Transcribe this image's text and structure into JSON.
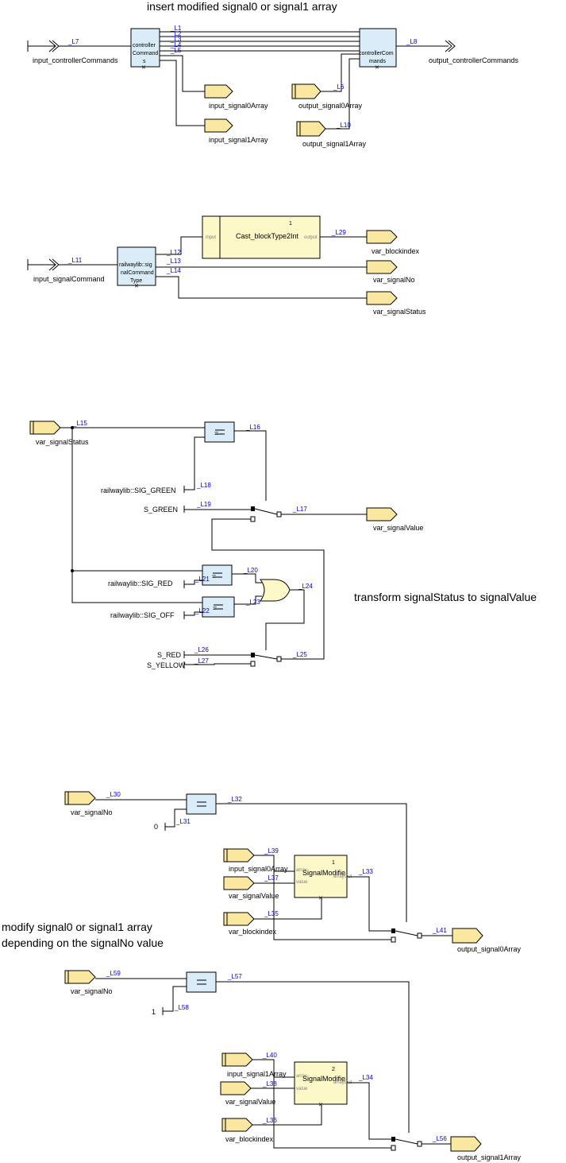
{
  "notes": {
    "insert": "insert modified signal0 or signal1 array",
    "transform": "transform signalStatus to signalValue",
    "modify_line1": "modify signal0 or signal1 array",
    "modify_line2": "depending on the signalNo value"
  },
  "section1": {
    "input": "input_controllerCommands",
    "output": "output_controllerCommands",
    "block_in_l1": "controller",
    "block_in_l2": "Command",
    "block_in_l3": "s",
    "block_out_l1": "controllerCom",
    "block_out_l2": "mands",
    "tags": [
      "input_signal0Array",
      "input_signal1Array",
      "output_signal0Array",
      "output_signal1Array"
    ],
    "wires": [
      "_L7",
      "_L8",
      "_L1",
      "_L2",
      "_L3",
      "_L4",
      "_L5",
      "_L6",
      "_L10"
    ]
  },
  "section2": {
    "input": "input_signalCommand",
    "block_l1": "railwaylib::sig",
    "block_l2": "nalCommand",
    "block_l3": "Type",
    "func_index": "1",
    "func_name": "Cast_blockType2Int",
    "func_in": "input",
    "func_out": "output",
    "tags": [
      "var_blockindex",
      "var_signalNo",
      "var_signalStatus"
    ],
    "wires": [
      "_L11",
      "_L12",
      "_L13",
      "_L14",
      "_L29"
    ]
  },
  "section3": {
    "input": "var_signalStatus",
    "output": "var_signalValue",
    "consts": [
      "railwaylib::SIG_GREEN",
      "S_GREEN",
      "railwaylib::SIG_RED",
      "railwaylib::SIG_OFF",
      "S_RED",
      "S_YELLOW"
    ],
    "eq": "=",
    "wires": [
      "_L15",
      "_L16",
      "_L18",
      "_L19",
      "_L17",
      "_L20",
      "_L21",
      "_L22",
      "_L23",
      "_L24",
      "_L26",
      "_L27",
      "_L25"
    ]
  },
  "section4": {
    "a_in": "var_signalNo",
    "a_const": "0",
    "a_tags": [
      "input_signal0Array",
      "var_signalValue",
      "var_blockindex"
    ],
    "a_out": "output_signal0Array",
    "a_func_index": "1",
    "a_wires": [
      "_L30",
      "_L31",
      "_L32",
      "_L39",
      "_L37",
      "_L35",
      "_L33",
      "_L41"
    ],
    "b_in": "var_signalNo",
    "b_const": "1",
    "b_tags": [
      "input_signal1Array",
      "var_signalValue",
      "var_blockindex"
    ],
    "b_out": "output_signal1Array",
    "b_func_index": "2",
    "b_wires": [
      "_L59",
      "_L58",
      "_L57",
      "_L40",
      "_L38",
      "_L36",
      "_L34",
      "_L56"
    ],
    "func_name": "SignalModifie",
    "func_ports": [
      "array",
      "value",
      "index",
      "arrayOut"
    ]
  }
}
